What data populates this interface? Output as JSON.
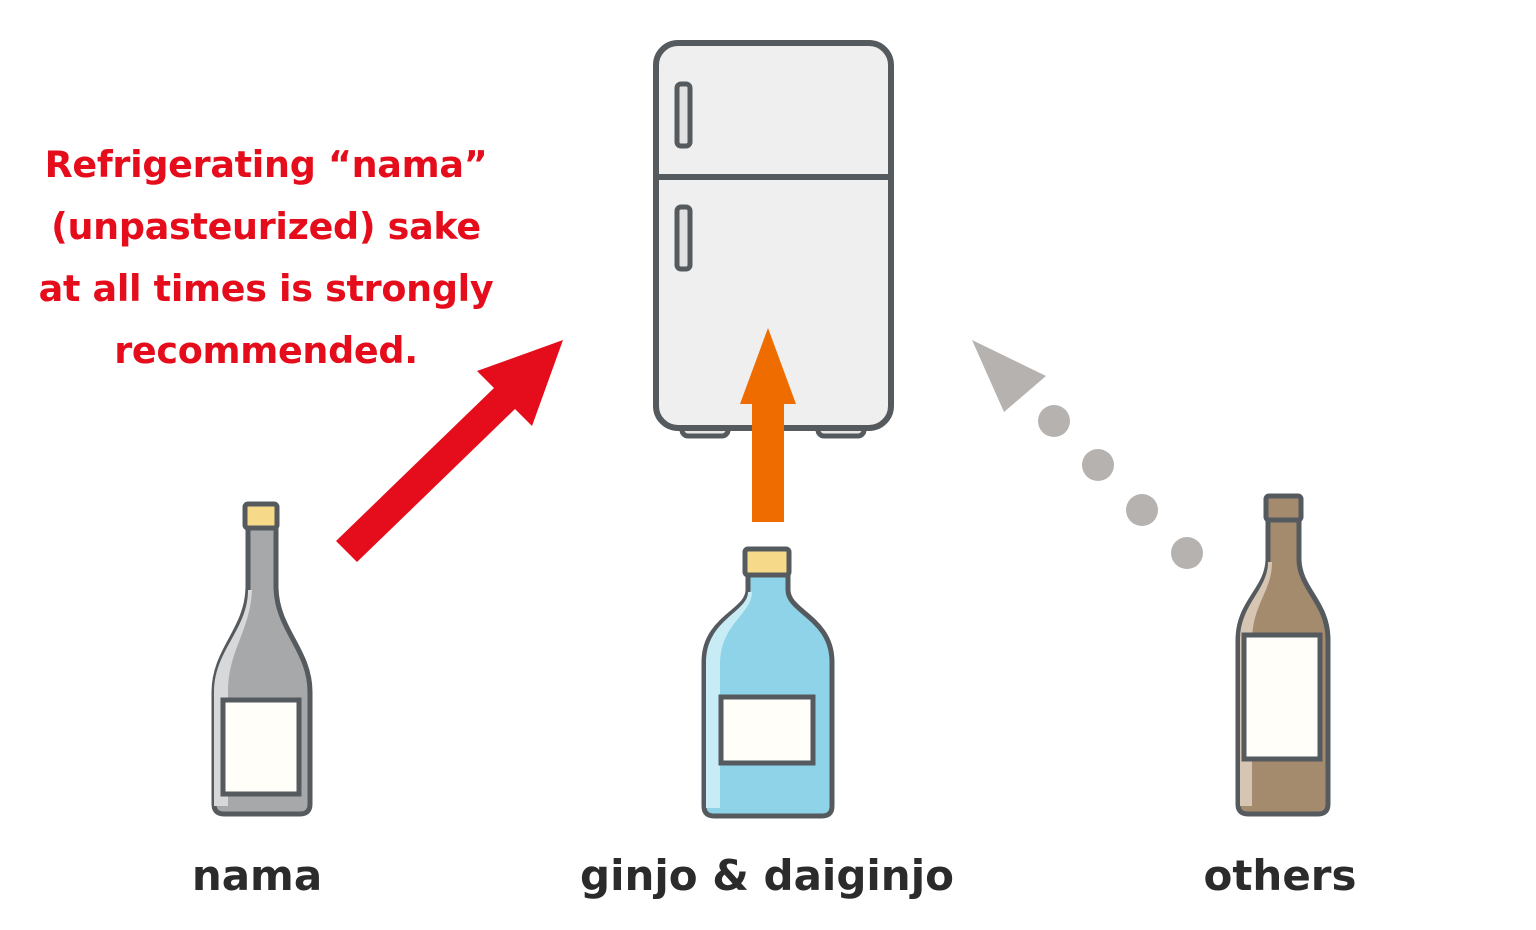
{
  "note": {
    "lines": [
      "Refrigerating “nama”",
      "(unpasteurized) sake",
      "at all times is strongly",
      "recommended."
    ]
  },
  "bottles": {
    "nama": {
      "label": "nama",
      "glass": "#a7a8a9",
      "glass_highlight": "#d7d8d9",
      "cap": "#f7d98a"
    },
    "ginjo": {
      "label": "ginjo & daiginjo",
      "glass": "#8fd3e8",
      "glass_highlight": "#c8ecf6",
      "cap": "#f7d98a"
    },
    "others": {
      "label": "others",
      "glass": "#a58b6e",
      "glass_highlight": "#d6c5b3",
      "cap": "#a58b6e"
    }
  },
  "arrows": {
    "nama_color": "#e50d1b",
    "ginjo_color": "#ef6c00",
    "others_color": "#b5b2af"
  },
  "colors": {
    "outline": "#555a5e",
    "fridge_body": "#efefef",
    "label_paper": "#fffef8"
  },
  "icons": [
    "fridge-icon",
    "sake-bottle-icon"
  ]
}
